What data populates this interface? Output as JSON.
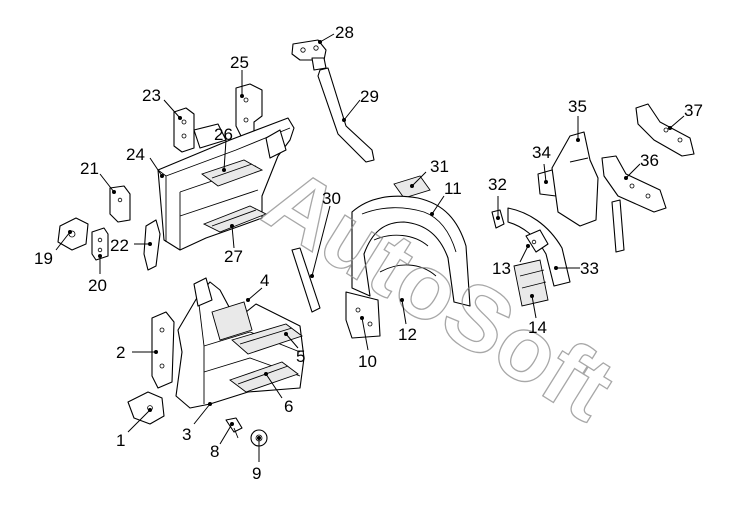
{
  "watermark": "AutoSoft",
  "callouts": [
    "1",
    "2",
    "3",
    "4",
    "5",
    "6",
    "8",
    "9",
    "10",
    "11",
    "12",
    "13",
    "14",
    "19",
    "20",
    "21",
    "22",
    "23",
    "24",
    "25",
    "26",
    "27",
    "28",
    "29",
    "30",
    "31",
    "32",
    "33",
    "34",
    "35",
    "36",
    "37"
  ]
}
